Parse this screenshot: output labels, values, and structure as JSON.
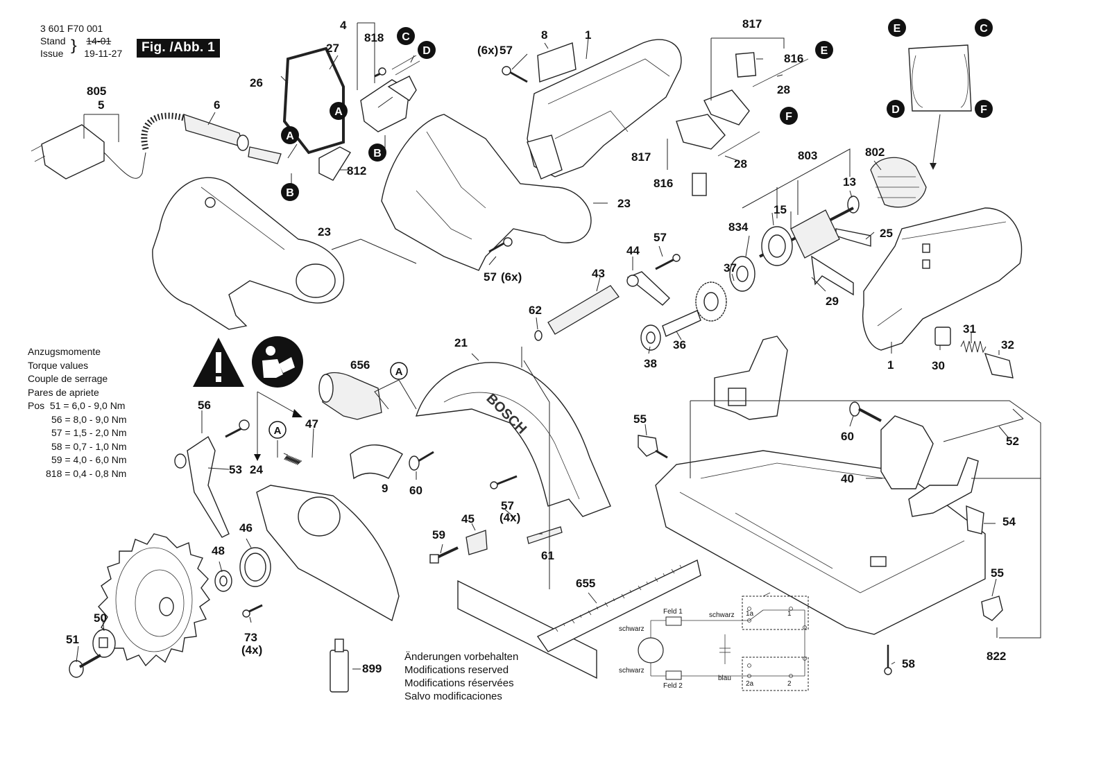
{
  "header": {
    "part_number": "3 601 F70 001",
    "stand_label": "Stand",
    "issue_label": "Issue",
    "stand_value": "14-01",
    "issue_value": "19-11-27",
    "fig_badge": "Fig. /Abb. 1"
  },
  "torque": {
    "lines": [
      "Anzugsmomente",
      "Torque values",
      "Couple de serrage",
      "Pares de apriete"
    ],
    "pos_label": "Pos",
    "values": [
      {
        "pos": "51",
        "range": "= 6,0 - 9,0 Nm"
      },
      {
        "pos": "56",
        "range": "= 8,0 - 9,0 Nm"
      },
      {
        "pos": "57",
        "range": "= 1,5 - 2,0 Nm"
      },
      {
        "pos": "58",
        "range": "= 0,7 - 1,0 Nm"
      },
      {
        "pos": "59",
        "range": "= 4,0 - 6,0 Nm"
      },
      {
        "pos": "818",
        "range": "= 0,4 - 0,8 Nm"
      }
    ]
  },
  "disclaimer": [
    "Änderungen vorbehalten",
    "Modifications reserved",
    "Modifications réservées",
    "Salvo modificaciones"
  ],
  "circuit": {
    "feld1": "Feld 1",
    "feld2": "Feld 2",
    "schwarz_top": "schwarz",
    "schwarz_left_top": "schwarz",
    "schwarz_left_bottom": "schwarz",
    "blau": "blau",
    "term_1a": "1a",
    "term_1": "1",
    "term_2a": "2a",
    "term_2": "2"
  },
  "callouts": {
    "A": "A",
    "B": "B",
    "C": "C",
    "D": "D",
    "E": "E",
    "F": "F"
  },
  "brand_on_guard": "BOSCH",
  "part_labels": {
    "p4": "4",
    "p818": "818",
    "p27": "27",
    "p26": "26",
    "p805": "805",
    "p5": "5",
    "p6": "6",
    "p812": "812",
    "p23a": "23",
    "p23b": "23",
    "p8": "8",
    "p1a": "1",
    "p57a": "57",
    "p57a_mult": "(6x)",
    "p57b": "57",
    "p57b_mult": "(6x)",
    "p817a": "817",
    "p816a": "816",
    "p28a": "28",
    "p817b": "817",
    "p816b": "816",
    "p28b": "28",
    "p803": "803",
    "p802": "802",
    "p13": "13",
    "p15": "15",
    "p834": "834",
    "p25": "25",
    "p57c": "57",
    "p44": "44",
    "p43": "43",
    "p37": "37",
    "p29": "29",
    "p62": "62",
    "p38": "38",
    "p36": "36",
    "p31": "31",
    "p32": "32",
    "p30": "30",
    "p1b": "1",
    "p21": "21",
    "p656": "656",
    "p56": "56",
    "p53": "53",
    "p24": "24",
    "p47": "47",
    "p9": "9",
    "p60a": "60",
    "p57d": "57",
    "p57d_mult": "(4x)",
    "p45": "45",
    "p59": "59",
    "p61": "61",
    "p48": "48",
    "p46": "46",
    "p50": "50",
    "p51": "51",
    "p73": "73",
    "p73_mult": "(4x)",
    "p899": "899",
    "p655": "655",
    "p55a": "55",
    "p60b": "60",
    "p52": "52",
    "p40": "40",
    "p54": "54",
    "p55b": "55",
    "p822": "822",
    "p58": "58"
  },
  "colors": {
    "ink": "#111111",
    "callout_fill": "#111111",
    "background": "#ffffff"
  }
}
